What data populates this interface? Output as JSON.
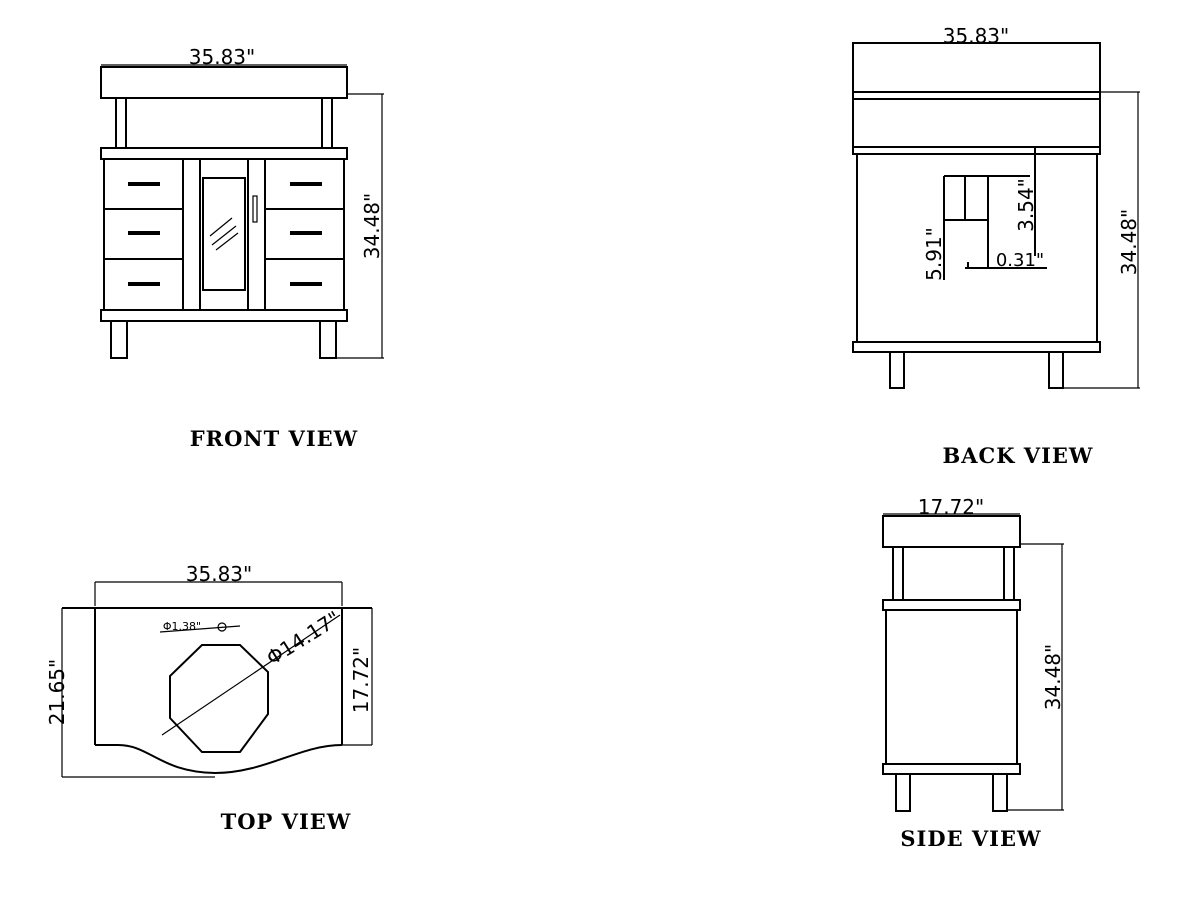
{
  "views": {
    "front": {
      "caption": "FRONT VIEW",
      "width_label": "35.83\"",
      "height_label": "34.48\""
    },
    "back": {
      "caption": "BACK VIEW",
      "width_label": "35.83\"",
      "height_label": "34.48\"",
      "cutout_height_label": "5.91\"",
      "cutout_upper_label": "3.54\"",
      "cutout_offset_label": "0.31\""
    },
    "top": {
      "caption": "TOP VIEW",
      "width_label": "35.83\"",
      "depth_total_label": "21.65\"",
      "depth_label": "17.72\"",
      "basin_dia_label": "Φ14.17\"",
      "faucet_hole_label": "Φ1.38\""
    },
    "side": {
      "caption": "SIDE VIEW",
      "width_label": "17.72\"",
      "height_label": "34.48\""
    }
  }
}
